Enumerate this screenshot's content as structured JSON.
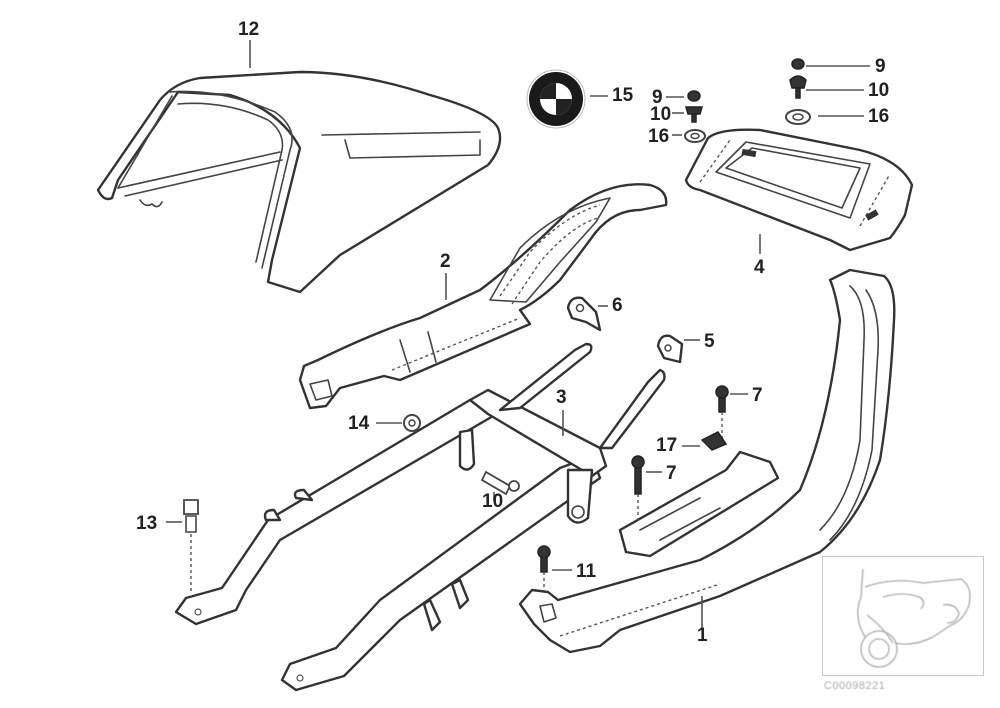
{
  "diagram": {
    "title": "Exploded parts diagram - rear seat cowl, luggage rack and rear frame",
    "brand_logo": "bmw-roundel-icon",
    "callouts": [
      {
        "id": "c12",
        "label": "12",
        "part": "seat-cowl"
      },
      {
        "id": "c15",
        "label": "15",
        "part": "bmw-emblem"
      },
      {
        "id": "c9a",
        "label": "9",
        "part": "cap-nut"
      },
      {
        "id": "c10a",
        "label": "10",
        "part": "bolt"
      },
      {
        "id": "c16a",
        "label": "16",
        "part": "washer"
      },
      {
        "id": "c9b",
        "label": "9",
        "part": "cap-nut"
      },
      {
        "id": "c10b",
        "label": "10",
        "part": "bolt"
      },
      {
        "id": "c16b",
        "label": "16",
        "part": "washer"
      },
      {
        "id": "c2",
        "label": "2",
        "part": "grab-handle"
      },
      {
        "id": "c4",
        "label": "4",
        "part": "luggage-rack"
      },
      {
        "id": "c6",
        "label": "6",
        "part": "bracket"
      },
      {
        "id": "c5",
        "label": "5",
        "part": "bracket"
      },
      {
        "id": "c3",
        "label": "3",
        "part": "rear-frame"
      },
      {
        "id": "c7a",
        "label": "7",
        "part": "screw"
      },
      {
        "id": "c7b",
        "label": "7",
        "part": "screw"
      },
      {
        "id": "c14",
        "label": "14",
        "part": "nut"
      },
      {
        "id": "c17",
        "label": "17",
        "part": "clip"
      },
      {
        "id": "c10c",
        "label": "10",
        "part": "bolt"
      },
      {
        "id": "c13",
        "label": "13",
        "part": "bolt"
      },
      {
        "id": "c11",
        "label": "11",
        "part": "screw"
      },
      {
        "id": "c1",
        "label": "1",
        "part": "side-carrier"
      }
    ],
    "thumbnail": {
      "label": "motorcycle-overview-thumbnail",
      "code": "C00098221"
    }
  }
}
